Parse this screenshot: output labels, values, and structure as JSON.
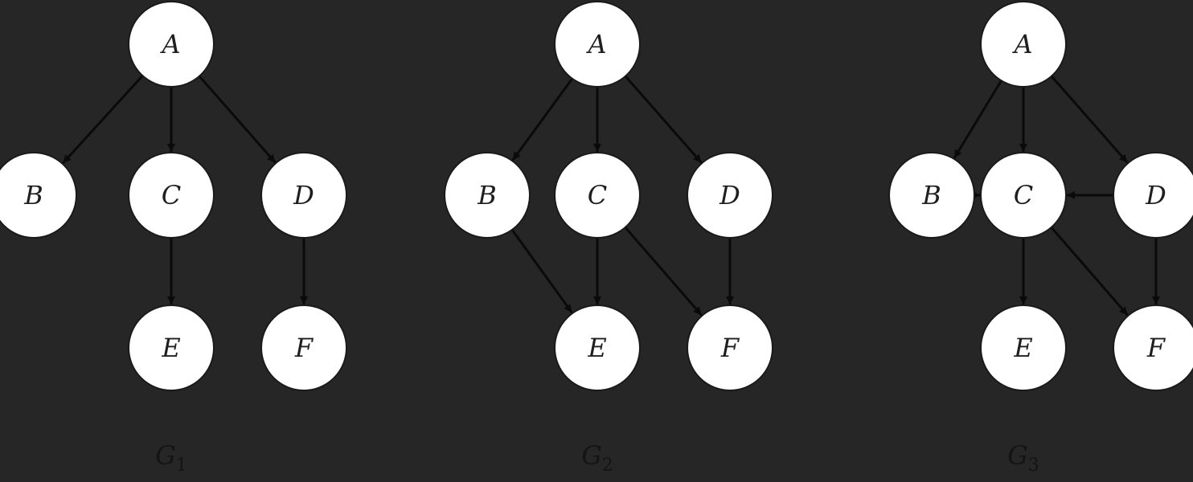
{
  "graphs": [
    {
      "label": "G",
      "subscript": "1",
      "nodes": [
        "A",
        "B",
        "C",
        "D",
        "E",
        "F"
      ],
      "edges": [
        [
          "A",
          "B"
        ],
        [
          "A",
          "C"
        ],
        [
          "A",
          "D"
        ],
        [
          "C",
          "E"
        ],
        [
          "D",
          "F"
        ]
      ]
    },
    {
      "label": "G",
      "subscript": "2",
      "nodes": [
        "A",
        "B",
        "C",
        "D",
        "E",
        "F"
      ],
      "edges": [
        [
          "A",
          "B"
        ],
        [
          "A",
          "C"
        ],
        [
          "A",
          "D"
        ],
        [
          "B",
          "E"
        ],
        [
          "C",
          "E"
        ],
        [
          "C",
          "F"
        ],
        [
          "D",
          "F"
        ]
      ]
    },
    {
      "label": "G",
      "subscript": "3",
      "nodes": [
        "A",
        "B",
        "C",
        "D",
        "E",
        "F"
      ],
      "edges": [
        [
          "A",
          "B"
        ],
        [
          "A",
          "C"
        ],
        [
          "A",
          "D"
        ],
        [
          "B",
          "C"
        ],
        [
          "D",
          "C"
        ],
        [
          "C",
          "E"
        ],
        [
          "C",
          "F"
        ],
        [
          "D",
          "F"
        ]
      ]
    }
  ],
  "colors": {
    "background": "#262626",
    "node_fill": "#ffffff",
    "edge": "#0a0a0a",
    "label_text": "#1e1e1e"
  }
}
